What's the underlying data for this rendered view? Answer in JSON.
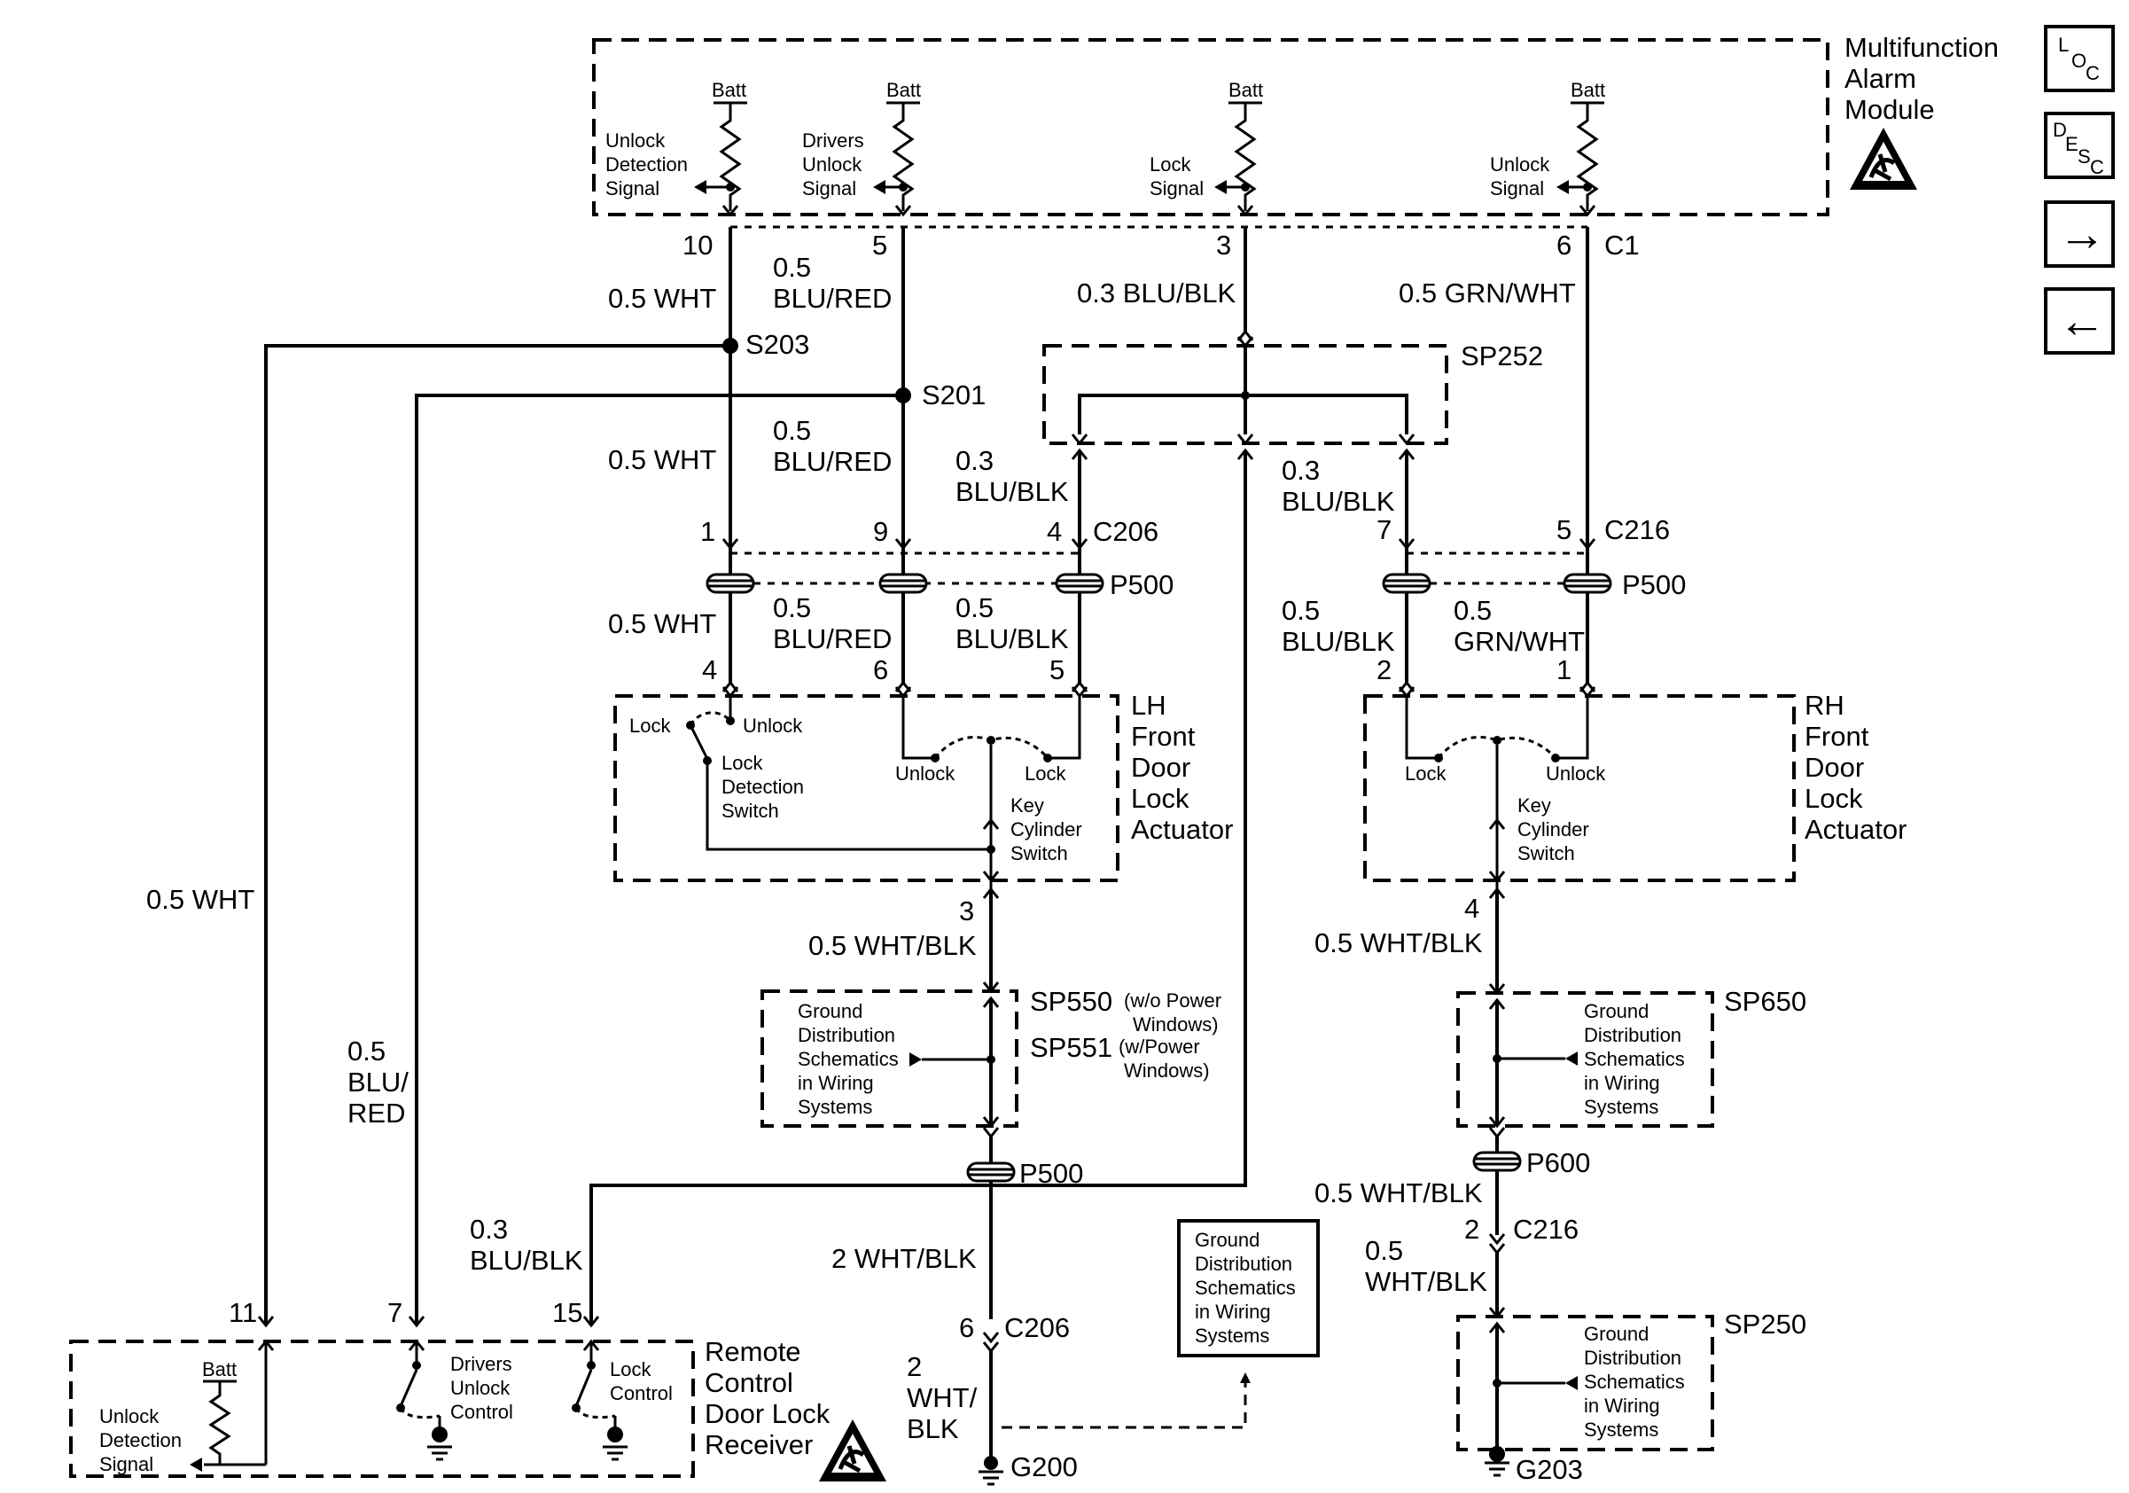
{
  "modules": {
    "multifunction_alarm": [
      "Multifunction",
      "Alarm",
      "Module"
    ],
    "lh_actuator": [
      "LH",
      "Front",
      "Door",
      "Lock",
      "Actuator"
    ],
    "rh_actuator": [
      "RH",
      "Front",
      "Door",
      "Lock",
      "Actuator"
    ],
    "remote_receiver": [
      "Remote",
      "Control",
      "Door Lock",
      "Receiver"
    ]
  },
  "alarm_signals": {
    "batt": "Batt",
    "unlock_detection": [
      "Unlock",
      "Detection",
      "Signal"
    ],
    "drivers_unlock": [
      "Drivers",
      "Unlock",
      "Signal"
    ],
    "lock": [
      "Lock",
      "Signal"
    ],
    "unlock": [
      "Unlock",
      "Signal"
    ]
  },
  "pins": {
    "p10": "10",
    "p5": "5",
    "p3": "3",
    "p6": "6",
    "c1": "C1",
    "p1": "1",
    "p9": "9",
    "p4": "4",
    "p7": "7",
    "p5b": "5",
    "p2": "2",
    "p1b": "1",
    "p4b": "4",
    "p6b": "6",
    "p5c": "5",
    "p3b": "3",
    "p4c": "4",
    "p2b": "2",
    "p6c": "6",
    "p11": "11",
    "p7b": "7",
    "p15": "15"
  },
  "connectors": {
    "c206": "C206",
    "c216": "C216",
    "p500": "P500",
    "p600": "P600",
    "s203": "S203",
    "s201": "S201",
    "sp252": "SP252",
    "sp550": "SP550",
    "sp550_note": [
      "(w/o Power",
      "Windows)"
    ],
    "sp551": "SP551",
    "sp551_note": [
      "(w/Power",
      "Windows)"
    ],
    "sp650": "SP650",
    "sp250": "SP250",
    "g200": "G200",
    "g203": "G203"
  },
  "wires": {
    "wht_05": "0.5 WHT",
    "blu_red_05": [
      "0.5",
      "BLU/RED"
    ],
    "blu_blk_03_inline": "0.3 BLU/BLK",
    "grn_wht_05_inline": "0.5 GRN/WHT",
    "blu_blk_03": [
      "0.3",
      "BLU/BLK"
    ],
    "blu_blk_05": [
      "0.5",
      "BLU/BLK"
    ],
    "grn_wht_05": [
      "0.5",
      "GRN/WHT"
    ],
    "wht_blk_05": "0.5 WHT/BLK",
    "wht_blk_05_split": [
      "0.5",
      "WHT/BLK"
    ],
    "wht_blk_2": "2 WHT/BLK",
    "wht_blk_2_split": [
      "2",
      "WHT/",
      "BLK"
    ],
    "blu_red_05_split": [
      "0.5",
      "BLU/",
      "RED"
    ]
  },
  "switches": {
    "lock": "Lock",
    "unlock": "Unlock",
    "lock_detection": [
      "Lock",
      "Detection",
      "Switch"
    ],
    "key_cylinder": [
      "Key",
      "Cylinder",
      "Switch"
    ],
    "drivers_unlock_control": [
      "Drivers",
      "Unlock",
      "Control"
    ],
    "lock_control": [
      "Lock",
      "Control"
    ],
    "unlock_detection_signal": [
      "Unlock",
      "Detection",
      "Signal"
    ]
  },
  "ground_note": [
    "Ground",
    "Distribution",
    "Schematics",
    "in Wiring",
    "Systems"
  ],
  "nav": {
    "loc": [
      "L",
      "O",
      "C"
    ],
    "desc": [
      "D",
      "E",
      "S",
      "C"
    ],
    "next": "→",
    "prev": "←"
  }
}
